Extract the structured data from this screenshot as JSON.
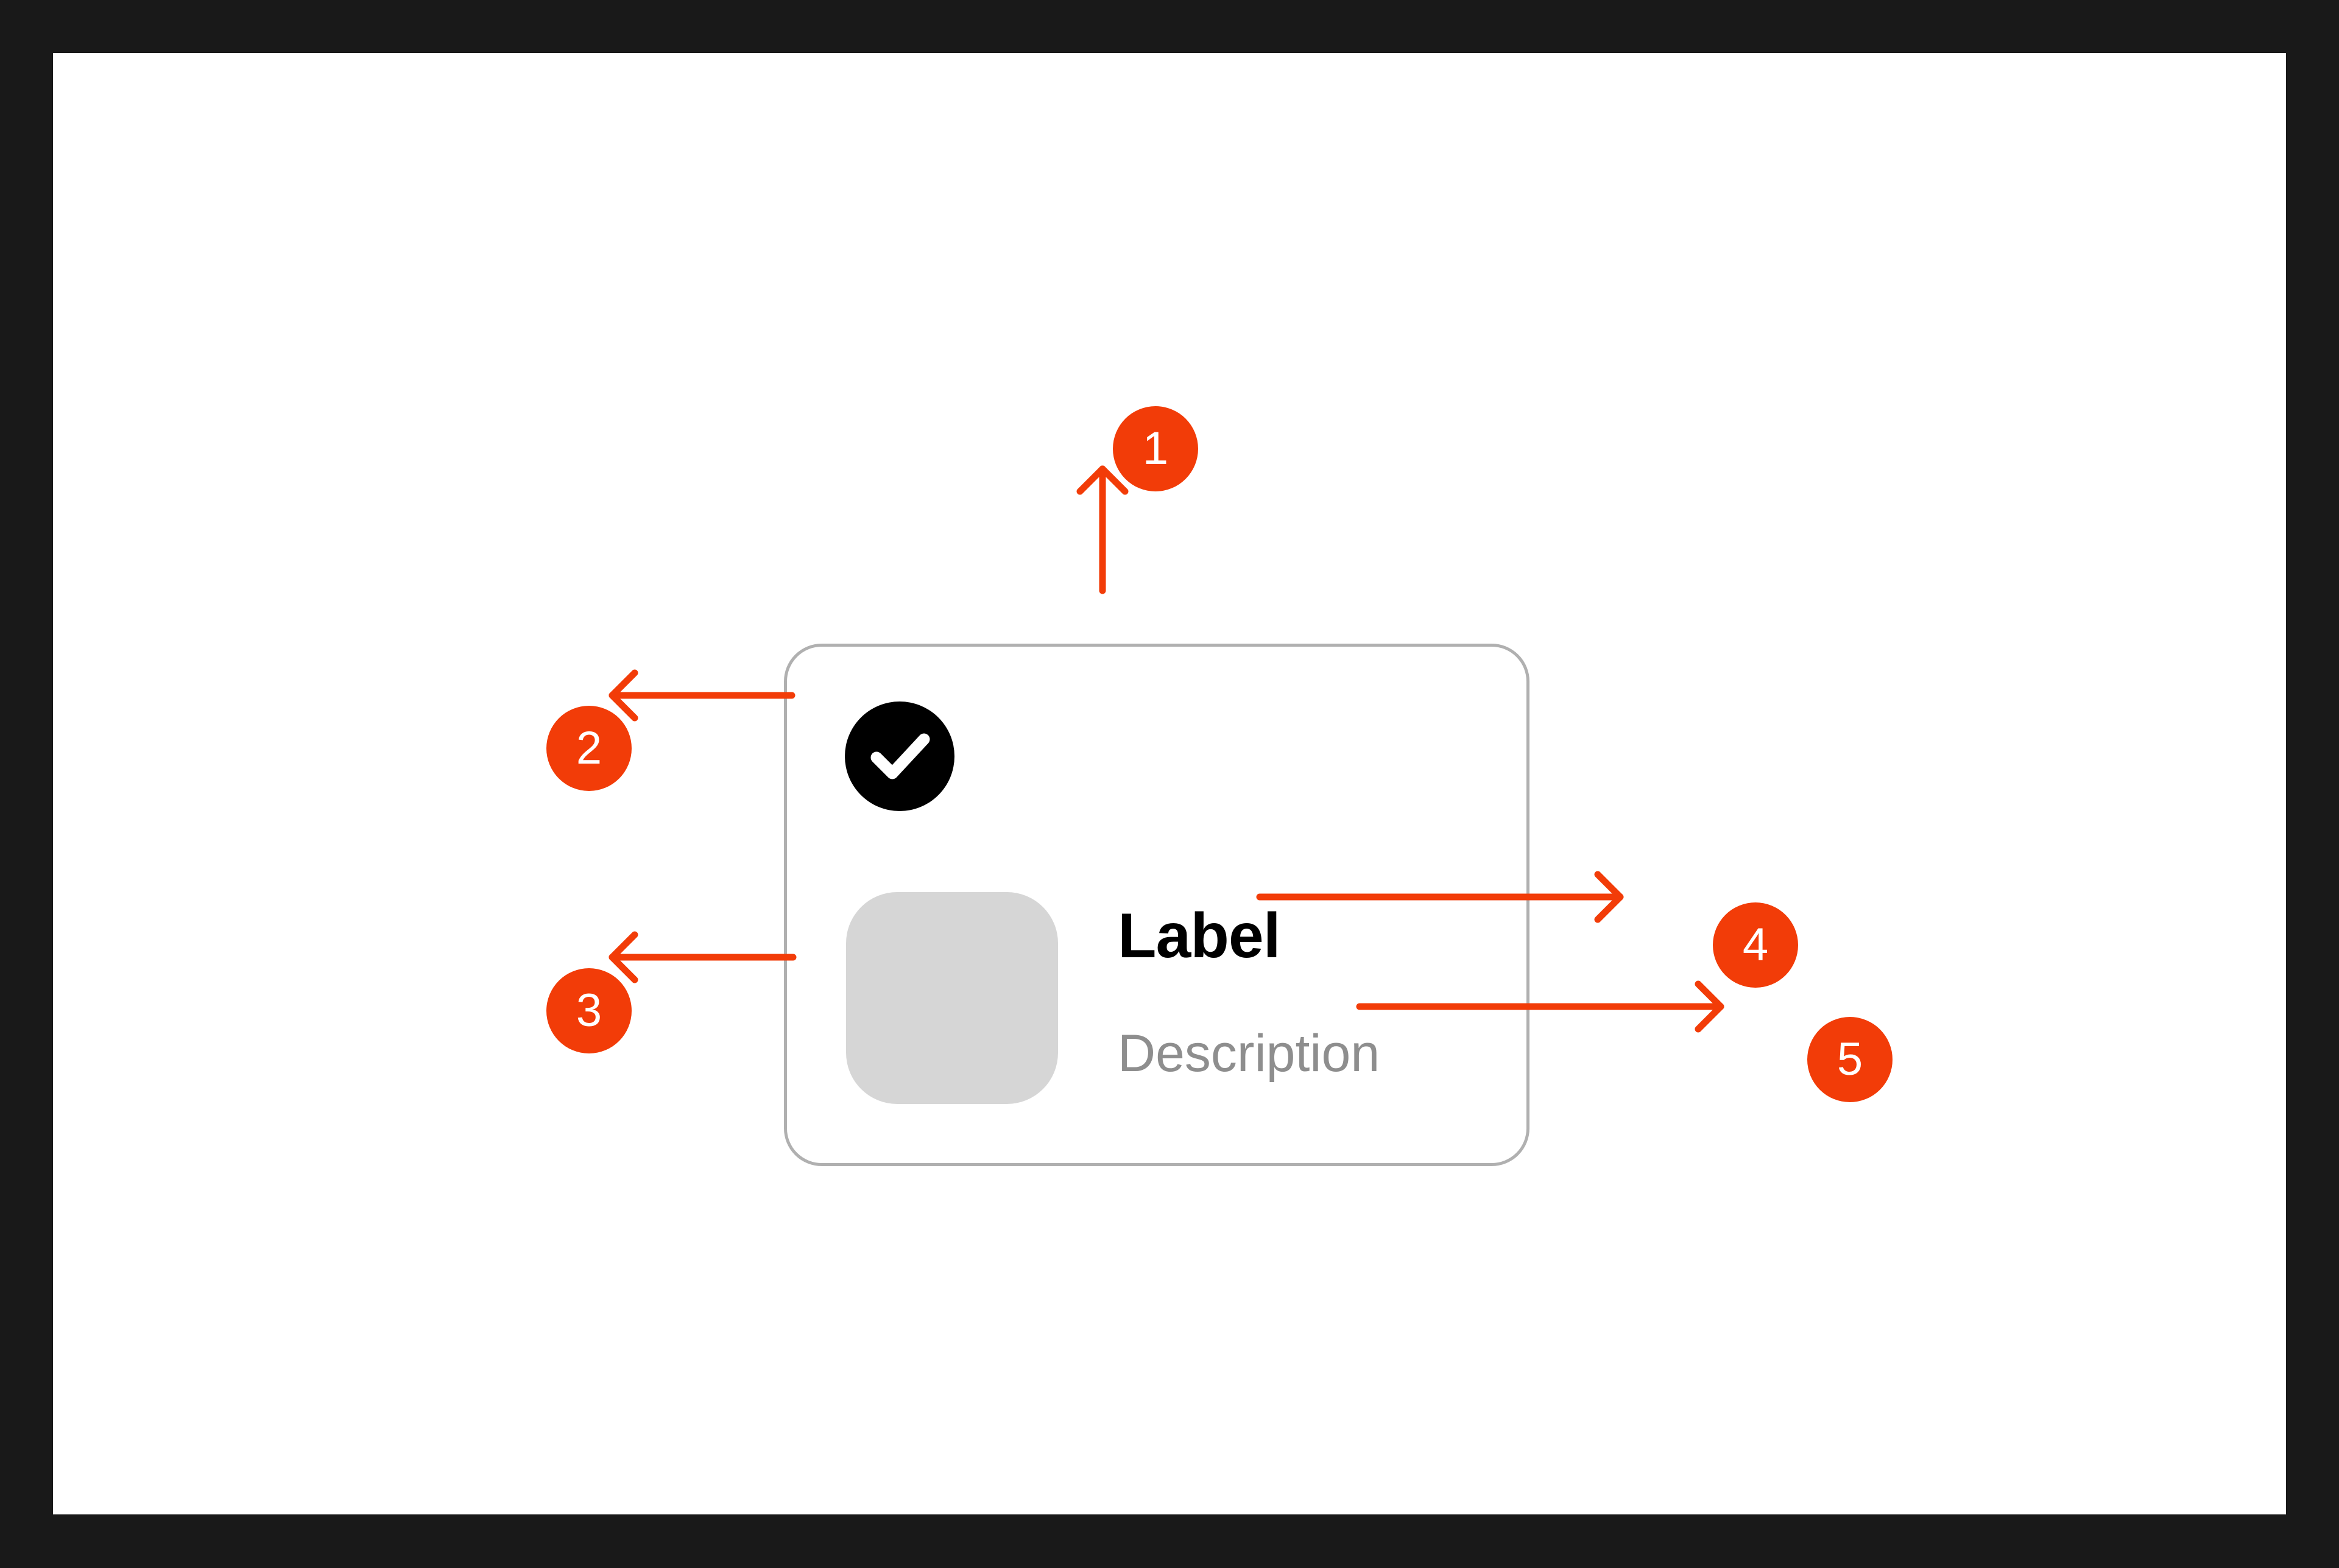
{
  "colors": {
    "frame_background": "#191919",
    "canvas_background": "#ffffff",
    "accent_orange": "#F23C08",
    "card_border": "#b0b0b0",
    "check_circle": "#000000",
    "thumbnail_placeholder": "#d6d6d6",
    "label_text": "#000000",
    "description_text": "#8e8e8e"
  },
  "card": {
    "label": "Label",
    "description": "Description",
    "check_icon": "check-icon",
    "thumbnail": "thumbnail-placeholder"
  },
  "annotations": {
    "callouts": [
      {
        "number": "1",
        "target": "card-container",
        "arrow_direction": "up"
      },
      {
        "number": "2",
        "target": "check-indicator",
        "arrow_direction": "left"
      },
      {
        "number": "3",
        "target": "thumbnail-placeholder",
        "arrow_direction": "left"
      },
      {
        "number": "4",
        "target": "label-text",
        "arrow_direction": "right"
      },
      {
        "number": "5",
        "target": "description-text",
        "arrow_direction": "right"
      }
    ]
  }
}
